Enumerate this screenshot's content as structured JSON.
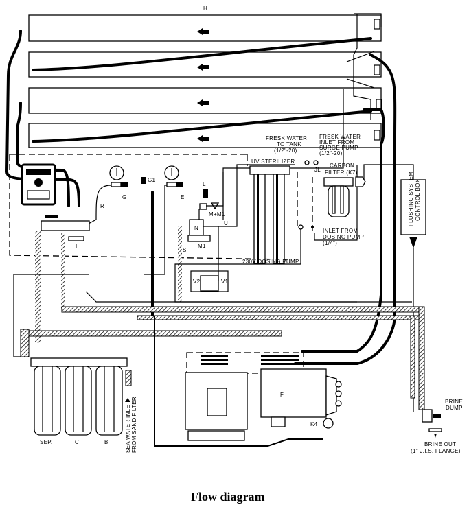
{
  "diagram": {
    "caption": "Flow diagram",
    "membranes": {
      "label": "H",
      "count": 4
    },
    "labels": {
      "fresh_water_to_tank": [
        "FRESK WATER",
        "TO TANK",
        "(1/2\"-20)"
      ],
      "fresh_water_inlet": [
        "FRESK WATER",
        "INLET FROM",
        "SURGE PUMP",
        "(1/2\"-20)"
      ],
      "uv_sterilizer": "UV STERILIZER",
      "carbon_filter": [
        "CARBON",
        "FILTER (K7)"
      ],
      "inlet_dosing": [
        "INLET FROM",
        "DOSING PUMP",
        "(1/4\")"
      ],
      "dosing_pump": "230V DOSING PUMP",
      "flushing_box": [
        "FLUSHING SYSTEM",
        "CONTROL BOX"
      ],
      "jl": "JL",
      "g": "G",
      "g1": "G1",
      "e": "E",
      "l": "L",
      "m_m1": "M+M1",
      "n": "N",
      "m1": "M1",
      "u": "U",
      "s": "S",
      "r": "R",
      "if": "IF",
      "v1": "V1",
      "v2": "V2",
      "f": "F",
      "k4": "K4",
      "sep": "SEP.",
      "c": "C",
      "b": "B",
      "sea_inlet": [
        "SEA WATER INLET",
        "FROM SAND FILTER"
      ],
      "brine_dump": [
        "BRINE",
        "DUMP"
      ],
      "brine_out": [
        "BRINE OUT",
        "(1\" J.I.S. FLANGE)"
      ]
    }
  }
}
